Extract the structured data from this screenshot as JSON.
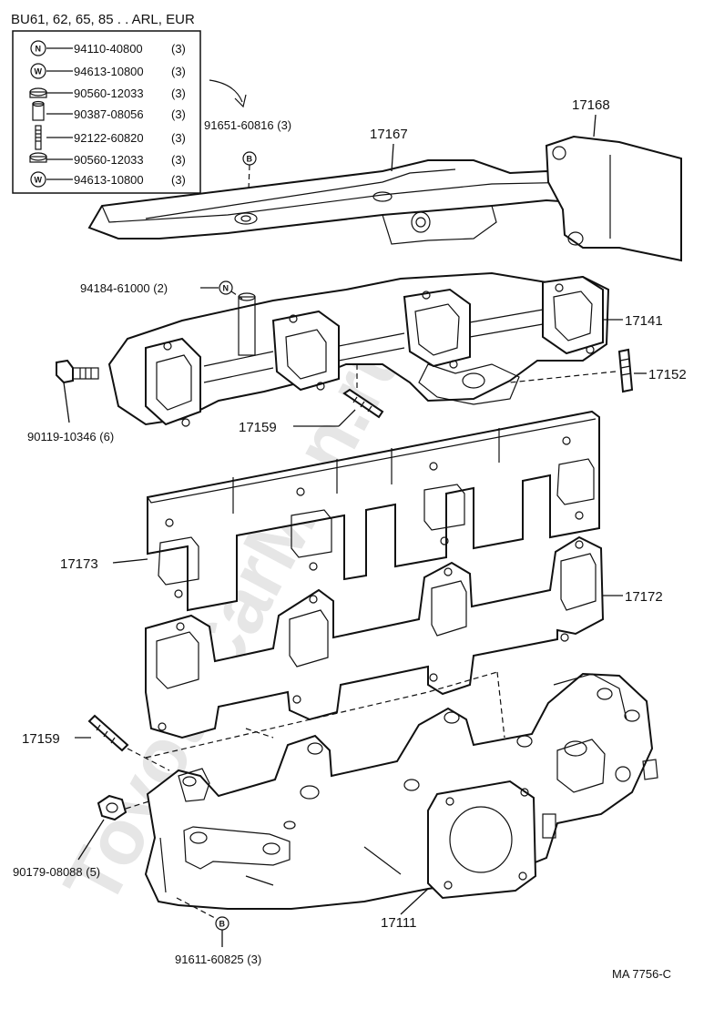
{
  "header": {
    "applicability": "BU61, 62, 65, 85 . . ARL, EUR"
  },
  "watermark": "ToyotaCarMan.ru",
  "legend": {
    "items": [
      {
        "symbol": "N",
        "part": "94110-40800",
        "qty": "(3)"
      },
      {
        "symbol": "W",
        "part": "94613-10800",
        "qty": "(3)"
      },
      {
        "symbol": "",
        "part": "90560-12033",
        "qty": "(3)"
      },
      {
        "symbol": "",
        "part": "90387-08056",
        "qty": "(3)"
      },
      {
        "symbol": "",
        "part": "92122-60820",
        "qty": "(3)"
      },
      {
        "symbol": "",
        "part": "90560-12033",
        "qty": "(3)"
      },
      {
        "symbol": "W",
        "part": "94613-10800",
        "qty": "(3)"
      }
    ]
  },
  "labels": {
    "bolt_b_top": "91651-60816 (3)",
    "insulator": "17167",
    "bracket": "17168",
    "nut_n": "94184-61000 (2)",
    "intake_manifold": "17141",
    "stud_right": "17152",
    "bolt_left": "90119-10346 (6)",
    "stud_mid": "17159",
    "gasket_front": "17173",
    "gasket_rear": "17172",
    "stud_lower": "17159",
    "nut_lower": "90179-08088 (5)",
    "exhaust_manifold": "17111",
    "bolt_b_bottom": "91611-60825 (3)",
    "ref_code": "MA 7756-C"
  },
  "symbols": {
    "b": "B",
    "n": "N",
    "w": "W"
  }
}
